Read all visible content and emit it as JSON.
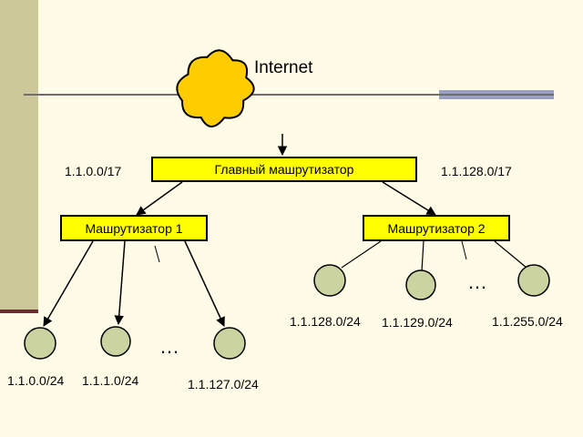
{
  "title": "Internet",
  "main_router": {
    "label": "Главный машрутизатор"
  },
  "router1": {
    "label": "Машрутизатор 1",
    "network": "1.1.0.0/17"
  },
  "router2": {
    "label": "Машрутизатор 2",
    "network": "1.1.128.0/17"
  },
  "router1_subnets": [
    "1.1.0.0/24",
    "1.1.1.0/24",
    "1.1.127.0/24"
  ],
  "router2_subnets": [
    "1.1.128.0/24",
    "1.1.129.0/24",
    "1.1.255.0/24"
  ],
  "ellipsis": "…",
  "colors": {
    "background": "#fffbe6",
    "router_fill": "#ffff00",
    "node_fill": "#cbd3a0",
    "cloud_fill": "#ffcc00"
  }
}
